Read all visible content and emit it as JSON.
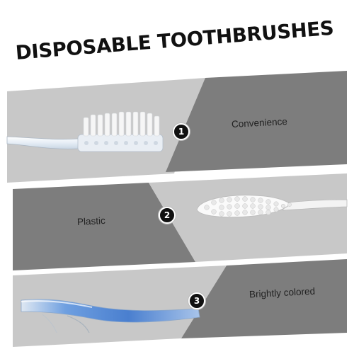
{
  "title": "DISPOSABLE TOOTHBRUSHES",
  "features": [
    {
      "number": "1",
      "label": "Convenience"
    },
    {
      "number": "2",
      "label": "Plastic"
    },
    {
      "number": "3",
      "label": "Brightly colored"
    }
  ],
  "colors": {
    "panel_light": "#c7c7c7",
    "panel_dark": "#7d7d7d",
    "badge": "#111111",
    "accent_blue": "#4f86d6"
  },
  "icons": [
    "toothbrush-head-side-view",
    "toothbrush-head-top-view",
    "blue-toothbrush-handle"
  ]
}
